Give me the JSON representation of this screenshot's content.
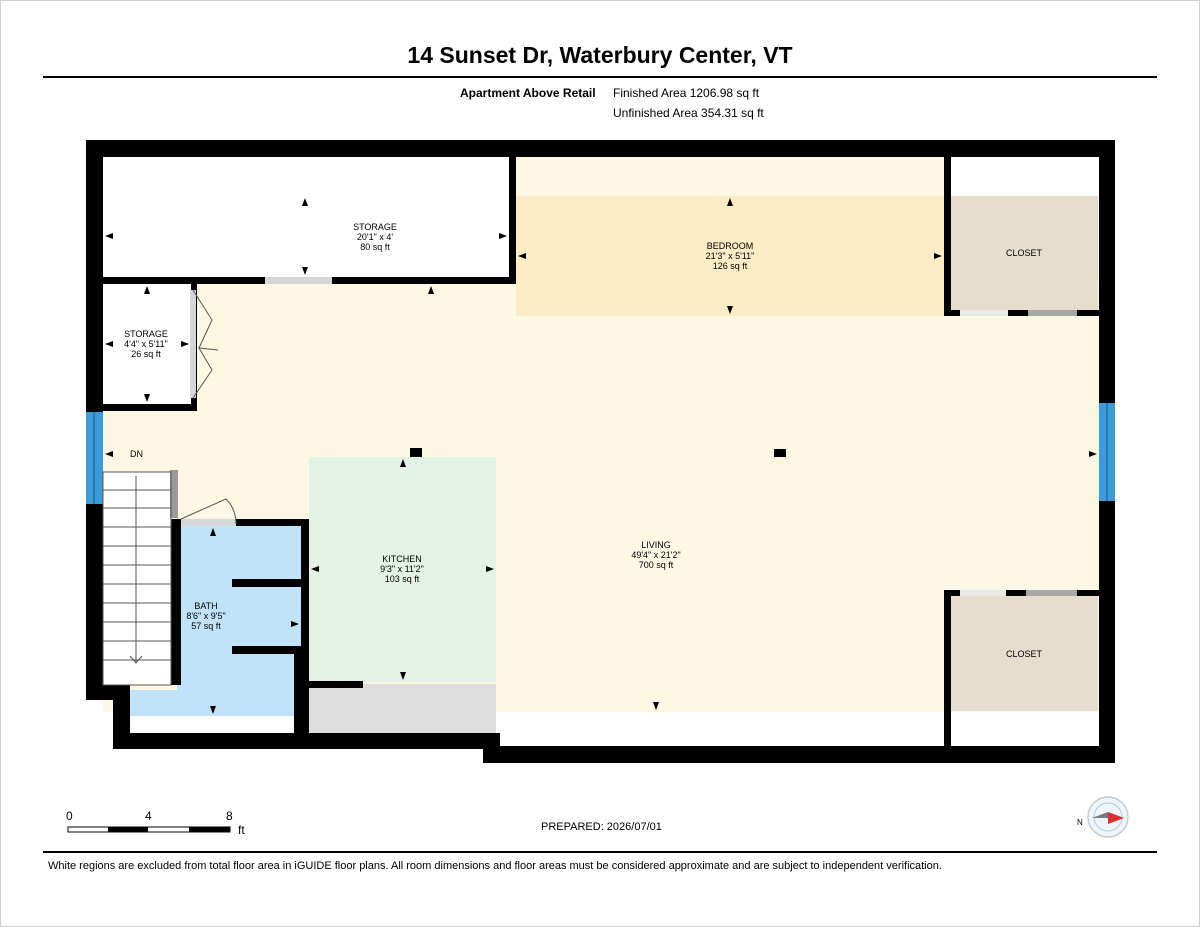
{
  "header": {
    "title": "14 Sunset Dr, Waterbury Center, VT",
    "level_name": "Apartment Above Retail",
    "finished_area": "Finished Area 1206.98 sq ft",
    "unfinished_area": "Unfinished Area 354.31 sq ft"
  },
  "rooms": {
    "storage_top": {
      "name": "STORAGE",
      "dims": "20'1\" x 4'",
      "area": "80 sq ft"
    },
    "storage_left": {
      "name": "STORAGE",
      "dims": "4'4\" x 5'11\"",
      "area": "26 sq ft"
    },
    "bedroom": {
      "name": "BEDROOM",
      "dims": "21'3\" x 5'11\"",
      "area": "126 sq ft"
    },
    "closet_top": {
      "name": "CLOSET"
    },
    "closet_bottom": {
      "name": "CLOSET"
    },
    "kitchen": {
      "name": "KITCHEN",
      "dims": "9'3\" x 11'2\"",
      "area": "103 sq ft"
    },
    "living": {
      "name": "LIVING",
      "dims": "49'4\" x 21'2\"",
      "area": "700 sq ft"
    },
    "bath": {
      "name": "BATH",
      "dims": "8'6\" x 9'5\"",
      "area": "57 sq ft"
    }
  },
  "stairs_label": "DN",
  "scale_bar": {
    "ticks": [
      "0",
      "4",
      "8"
    ],
    "unit": "ft"
  },
  "compass_label": "N",
  "prepared": "PREPARED: 2026/07/01",
  "disclaimer": "White regions are excluded from total floor area in iGUIDE floor plans. All room dimensions and floor areas must be considered approximate and are subject to independent verification.",
  "colors": {
    "wall": "#000000",
    "living": "#fdf8e3",
    "bedroom": "#fbecc4",
    "closet": "#e6ddcc",
    "kitchen": "#e4f1e5",
    "bath": "#c1e3fa",
    "unfinished": "#dedede",
    "window": "#3c9ad6",
    "door": "#d6d6d6"
  }
}
